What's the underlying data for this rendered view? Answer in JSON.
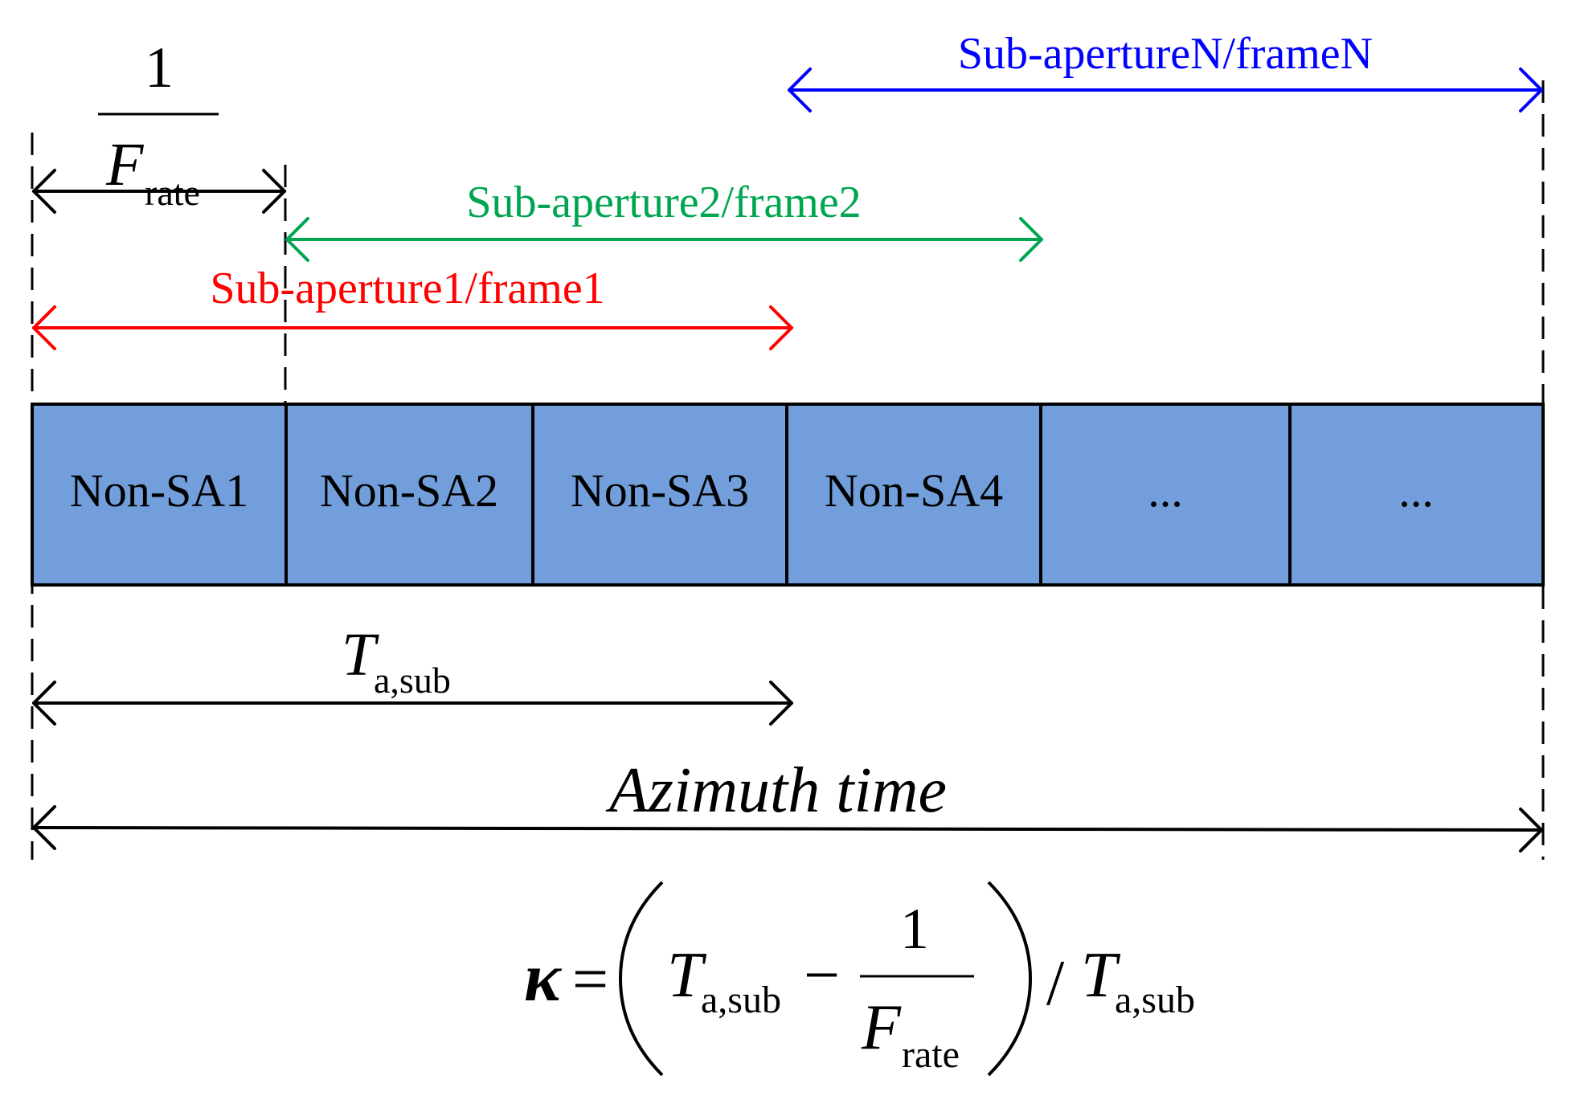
{
  "segments": [
    {
      "label": "Non-SA1"
    },
    {
      "label": "Non-SA2"
    },
    {
      "label": "Non-SA3"
    },
    {
      "label": "Non-SA4"
    },
    {
      "label": "..."
    },
    {
      "label": "..."
    }
  ],
  "colors": {
    "segment_fill": "#729fdb",
    "frame1": "#ff0000",
    "frame2": "#00a550",
    "frameN": "#0000ff",
    "line": "#000000"
  },
  "labels": {
    "frame1": "Sub-aperture1/frame1",
    "frame2": "Sub-aperture2/frame2",
    "frameN": "Sub-apertureN/frameN",
    "azimuth": "Azimuth time"
  },
  "frate_fraction": {
    "numerator": "1",
    "F": "F",
    "sub": "rate"
  },
  "tasub": {
    "T": "T",
    "sub": "a,sub"
  },
  "formula": {
    "kappa": "κ",
    "equals": "=",
    "T": "T",
    "tsub": "a,sub",
    "minus": "−",
    "one": "1",
    "F": "F",
    "fsub": "rate",
    "slash": "/",
    "T2": "T",
    "t2sub": "a,sub"
  }
}
